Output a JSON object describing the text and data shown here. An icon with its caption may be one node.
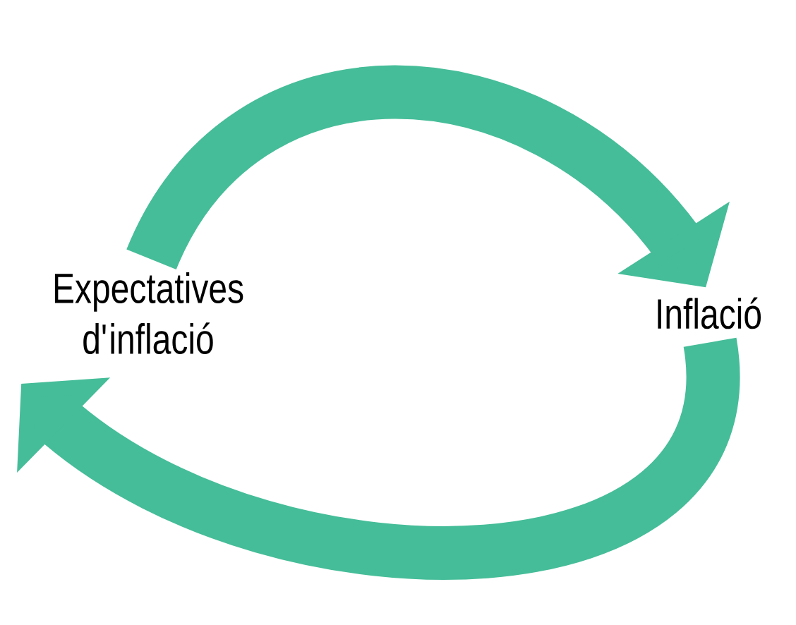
{
  "diagram": {
    "nodes": [
      {
        "text": [
          "Expectatives d'inflació"
        ]
      },
      {
        "text": [
          "Inflació"
        ]
      }
    ],
    "edges": [
      {
        "from": 0,
        "to": 1,
        "arrow": "to"
      },
      {
        "from": 1,
        "to": 0,
        "arrow": "to"
      }
    ]
  }
}
